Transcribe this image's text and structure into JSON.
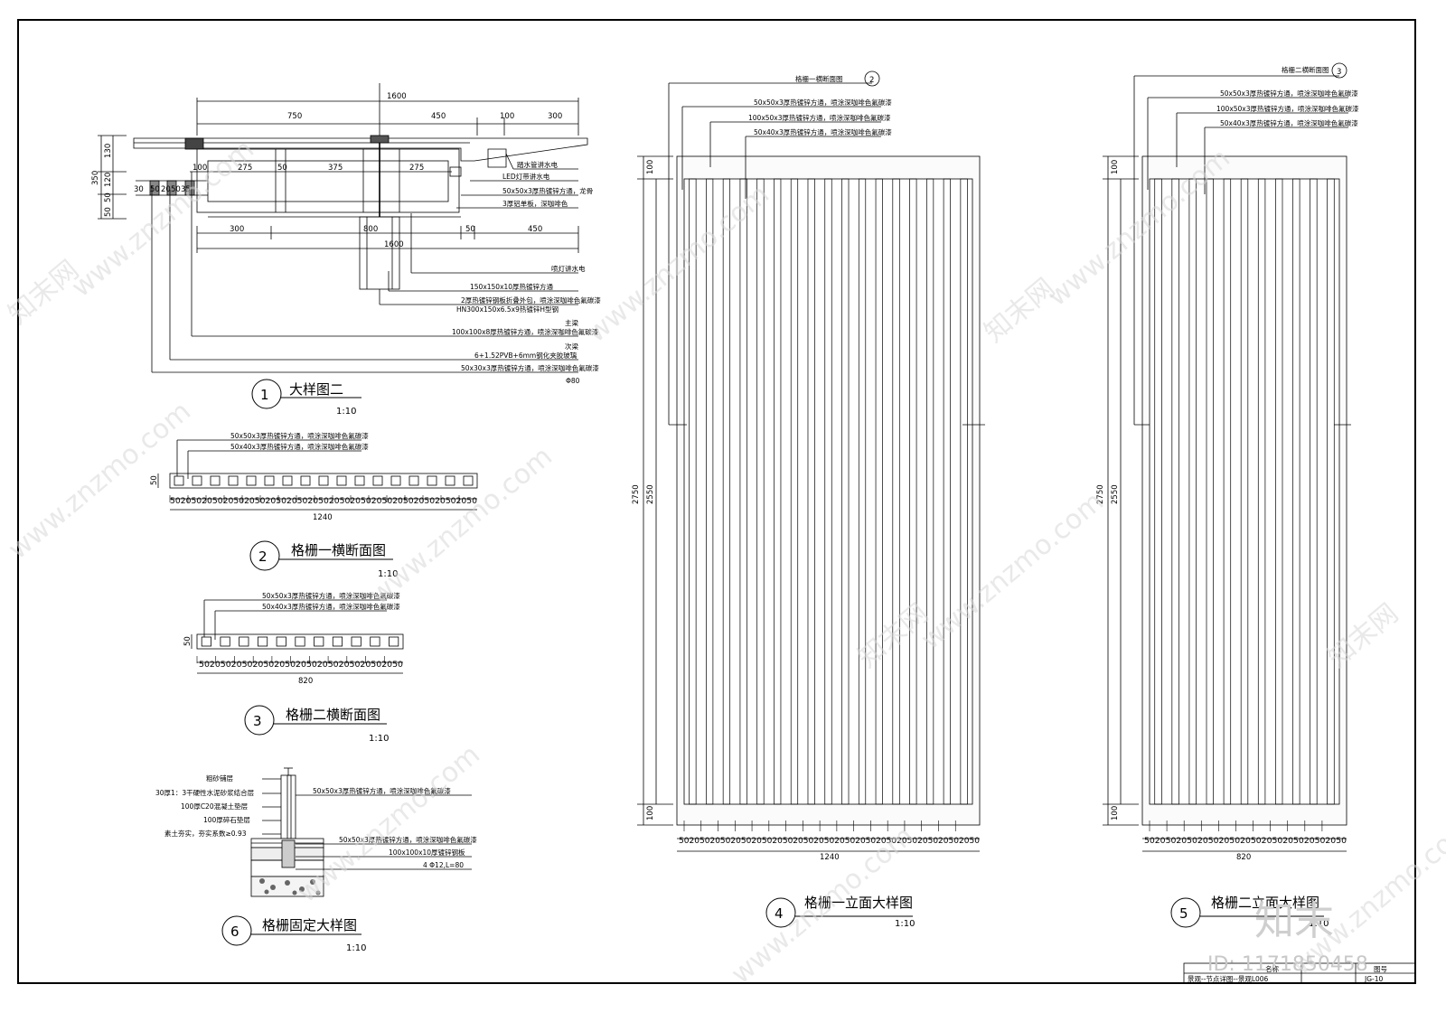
{
  "details": {
    "d1": {
      "num": "1",
      "title": "大样图二",
      "scale": "1:10",
      "labels": [
        "踏水管讲水电",
        "LED灯带讲水电",
        "50x50x3厚热镀锌方通，龙骨",
        "3厚铝单板，深咖啡色",
        "喷灯讲水电",
        "150x150x10厚热镀锌方通",
        "2厚热镀锌钢板折叠外包，喷涂深咖啡色氟碳漆",
        "HN300x150x6.5x9热镀锌H型钢",
        "主梁",
        "100x100x8厚热镀锌方通，喷涂深咖啡色氟碳漆",
        "次梁",
        "6+1.52PVB+6mm钢化夹胶玻璃",
        "50x30x3厚热镀锌方通，喷涂深咖啡色氟碳漆"
      ],
      "dims_top": [
        "1600",
        "750",
        "450",
        "100",
        "300"
      ],
      "dims_mid": [
        "100",
        "275",
        "50",
        "375",
        "275"
      ],
      "dims_bottom": [
        "300",
        "800",
        "50",
        "450",
        "1600"
      ],
      "dims_left": [
        "350",
        "130",
        "120",
        "50",
        "50",
        "30",
        "50",
        "20",
        "50",
        "35"
      ],
      "note": "Φ80"
    },
    "d2": {
      "num": "2",
      "title": "格栅一横断面图",
      "scale": "1:10",
      "labels": [
        "50x50x3厚热镀锌方通，喷涂深咖啡色氟碳漆",
        "50x40x3厚热镀锌方通，喷涂深咖啡色氟碳漆"
      ],
      "dim_left": "50",
      "seq": "5020502050205020502050205020502050205020502050205020502050",
      "total": "1240"
    },
    "d3": {
      "num": "3",
      "title": "格栅二横断面图",
      "scale": "1:10",
      "labels": [
        "50x50x3厚热镀锌方通，喷涂深咖啡色氟碳漆",
        "50x40x3厚热镀锌方通，喷涂深咖啡色氟碳漆"
      ],
      "dim_left": "50",
      "seq": "50205020502050205020502050205020502050",
      "total": "820"
    },
    "d4": {
      "num": "4",
      "title": "格栅一立面大样图",
      "scale": "1:10",
      "ref_title": "格栅一横断面图",
      "ref_num": "2",
      "labels": [
        "50x50x3厚热镀锌方通，喷涂深咖啡色氟碳漆",
        "100x50x3厚热镀锌方通，喷涂深咖啡色氟碳漆",
        "50x40x3厚热镀锌方通，喷涂深咖啡色氟碳漆"
      ],
      "dims_left": [
        "2750",
        "2550",
        "100",
        "100"
      ],
      "seq": "5020502050205020502050205020502050205020502050205020502050",
      "total": "1240"
    },
    "d5": {
      "num": "5",
      "title": "格栅二立面大样图",
      "scale": "1:10",
      "ref_title": "格栅二横断面图",
      "ref_num": "3",
      "labels": [
        "50x50x3厚热镀锌方通，喷涂深咖啡色氟碳漆",
        "100x50x3厚热镀锌方通，喷涂深咖啡色氟碳漆",
        "50x40x3厚热镀锌方通，喷涂深咖啡色氟碳漆"
      ],
      "dims_left": [
        "2750",
        "2550",
        "100",
        "100"
      ],
      "seq": "50205020502050205020502050205020502050",
      "total": "820"
    },
    "d6": {
      "num": "6",
      "title": "格栅固定大样图",
      "scale": "1:10",
      "labels_left": [
        "粗砂铺层",
        "30厚1：3干硬性水泥砂浆结合层",
        "100厚C20混凝土垫层",
        "100厚碎石垫层",
        "素土夯实，夯实系数≥0.93"
      ],
      "labels_right": [
        "50x50x3厚热镀锌方通，喷涂深咖啡色氟碳漆",
        "50x50x3厚热镀锌方通，喷涂深咖啡色氟碳漆",
        "100x100x10厚镀锌钢板",
        "4 Φ12,L=80"
      ]
    }
  },
  "title_block": {
    "name_label": "名称",
    "drawing_no_label": "图号",
    "project": "景观--节点详图--景观L006",
    "code": "JG-10"
  },
  "watermark": {
    "site": "www.znzmo.com",
    "brand": "知末网",
    "logo": "知末",
    "id": "ID: 1171850458"
  }
}
